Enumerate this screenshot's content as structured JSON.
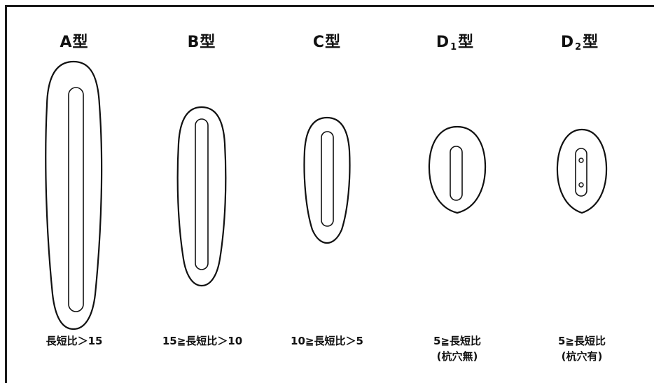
{
  "types": [
    {
      "prefix": "A",
      "sub": "",
      "suffix": "型",
      "ratio_line1": "長短比＞15",
      "ratio_line2": ""
    },
    {
      "prefix": "B",
      "sub": "",
      "suffix": "型",
      "ratio_line1": "15≧長短比＞10",
      "ratio_line2": ""
    },
    {
      "prefix": "C",
      "sub": "",
      "suffix": "型",
      "ratio_line1": "10≧長短比＞5",
      "ratio_line2": ""
    },
    {
      "prefix": "D",
      "sub": "1",
      "suffix": "型",
      "ratio_line1": "5≧長短比",
      "ratio_line2": "(杭穴無)"
    },
    {
      "prefix": "D",
      "sub": "2",
      "suffix": "型",
      "ratio_line1": "5≧長短比",
      "ratio_line2": "(杭穴有)"
    }
  ]
}
